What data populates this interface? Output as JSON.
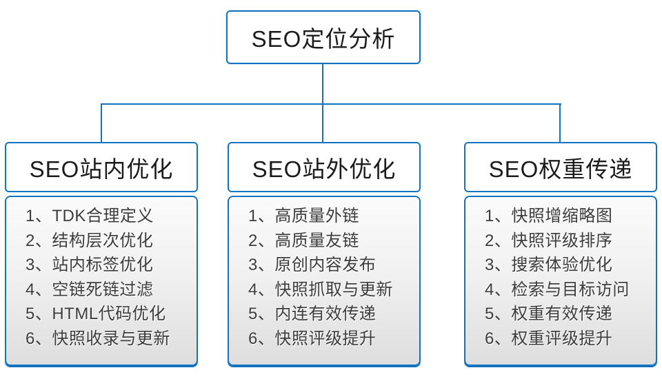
{
  "diagram": {
    "type": "tree",
    "colors": {
      "border_blue": "#1173c0",
      "connector_blue": "#1173c0",
      "header_text": "#1b1b1b",
      "list_text": "#3c3c3c",
      "list_bg_top": "#fbfbfb",
      "list_bg_bottom": "#dedede"
    },
    "root": {
      "title": "SEO定位分析"
    },
    "branches": [
      {
        "title": "SEO站内优化",
        "items": [
          "1、TDK合理定义",
          "2、结构层次优化",
          "3、站内标签优化",
          "4、空链死链过滤",
          "5、HTML代码优化",
          "6、快照收录与更新"
        ]
      },
      {
        "title": "SEO站外优化",
        "items": [
          "1、高质量外链",
          "2、高质量友链",
          "3、原创内容发布",
          "4、快照抓取与更新",
          "5、内连有效传递",
          "6、快照评级提升"
        ]
      },
      {
        "title": "SEO权重传递",
        "items": [
          "1、快照增缩略图",
          "2、快照评级排序",
          "3、搜索体验优化",
          "4、检索与目标访问",
          "5、权重有效传递",
          "6、权重评级提升"
        ]
      }
    ]
  }
}
